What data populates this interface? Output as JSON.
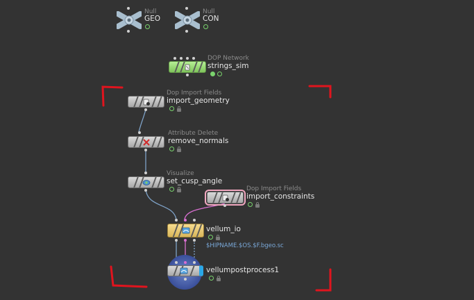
{
  "nodes": {
    "null_geo": {
      "type": "Null",
      "name": "GEO"
    },
    "null_con": {
      "type": "Null",
      "name": "CON"
    },
    "dop_network": {
      "type": "DOP Network",
      "name": "strings_sim"
    },
    "import_geometry": {
      "type": "Dop Import Fields",
      "name": "import_geometry"
    },
    "remove_normals": {
      "type": "Attribute Delete",
      "name": "remove_normals"
    },
    "set_cusp_angle": {
      "type": "Visualize",
      "name": "set_cusp_angle"
    },
    "import_constraints": {
      "type": "Dop Import Fields",
      "name": "import_constraints"
    },
    "vellum_io": {
      "name": "vellum_io",
      "expression": "$HIPNAME.$OS.$F.bgeo.sc"
    },
    "vellum_postprocess": {
      "name": "vellumpostprocess1"
    }
  },
  "colors": {
    "background": "#333333",
    "annotation_bracket": "#e0141e",
    "wire": "#7fa3c9",
    "constraint_wire": "#d86fd0",
    "display_flag": "#7ad36d",
    "vellum_node": "#e8c979",
    "dop_node": "#9ddc7a"
  }
}
